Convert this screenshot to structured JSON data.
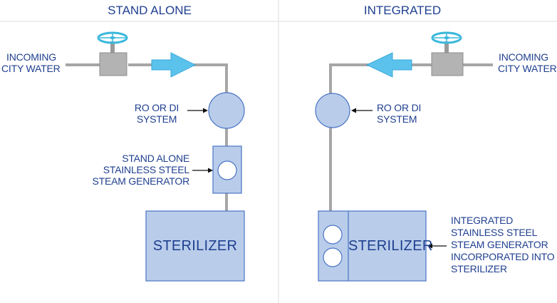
{
  "headings": {
    "left": "STAND ALONE",
    "right": "INTEGRATED"
  },
  "stand_alone": {
    "incoming_water": [
      "INCOMING",
      "CITY WATER"
    ],
    "ro_di": [
      "RO OR DI",
      "SYSTEM"
    ],
    "steam_generator": [
      "STAND ALONE",
      "STAINLESS STEEL",
      "STEAM GENERATOR"
    ],
    "sterilizer": "STERILIZER"
  },
  "integrated": {
    "incoming_water": [
      "INCOMING",
      "CITY WATER"
    ],
    "ro_di": [
      "RO OR DI",
      "SYSTEM"
    ],
    "steam_generator": [
      "INTEGRATED",
      "STAINLESS STEEL",
      "STEAM GENERATOR",
      "INCORPORATED INTO",
      "STERILIZER"
    ],
    "sterilizer": "STERILIZER"
  },
  "colors": {
    "text": "#1f3f8f",
    "pipe": "#a6a6a6",
    "component_fill": "#b9cdeb",
    "component_stroke": "#4a74c4",
    "flow_arrow": "#5bc2ec",
    "valve_body": "#b3b3b3",
    "valve_wheel": "#3ab8dc",
    "divider": "#dddddd"
  }
}
